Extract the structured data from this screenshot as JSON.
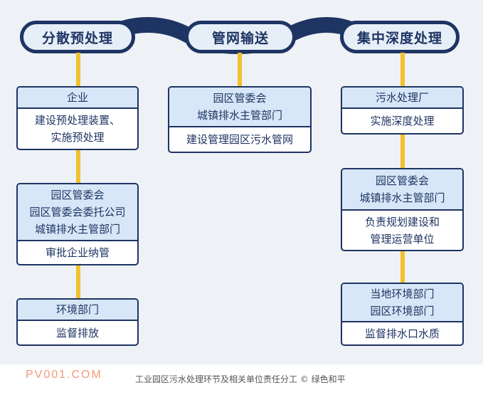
{
  "stages": {
    "left": "分散预处理",
    "middle": "管网输送",
    "right": "集中深度处理"
  },
  "columns": {
    "left": [
      {
        "header": [
          "企业"
        ],
        "body": [
          "建设预处理装置、",
          "实施预处理"
        ]
      },
      {
        "header": [
          "园区管委会",
          "园区管委会委托公司",
          "城镇排水主管部门"
        ],
        "body": [
          "审批企业纳管"
        ]
      },
      {
        "header": [
          "环境部门"
        ],
        "body": [
          "监督排放"
        ]
      }
    ],
    "middle": [
      {
        "header": [
          "园区管委会",
          "城镇排水主管部门"
        ],
        "body": [
          "建设管理园区污水管网"
        ]
      }
    ],
    "right": [
      {
        "header": [
          "污水处理厂"
        ],
        "body": [
          "实施深度处理"
        ]
      },
      {
        "header": [
          "园区管委会",
          "城镇排水主管部门"
        ],
        "body": [
          "负责规划建设和",
          "管理运营单位"
        ]
      },
      {
        "header": [
          "当地环境部门",
          "园区环境部门"
        ],
        "body": [
          "监督排水口水质"
        ]
      }
    ]
  },
  "footer": {
    "watermark": "PV001.COM",
    "caption": "工业园区污水处理环节及相关单位责任分工 © 绿色和平"
  },
  "colors": {
    "navy": "#1e3463",
    "header_fill": "#d7e7f7",
    "connector": "#f2c12e",
    "background": "#eef2f7"
  }
}
